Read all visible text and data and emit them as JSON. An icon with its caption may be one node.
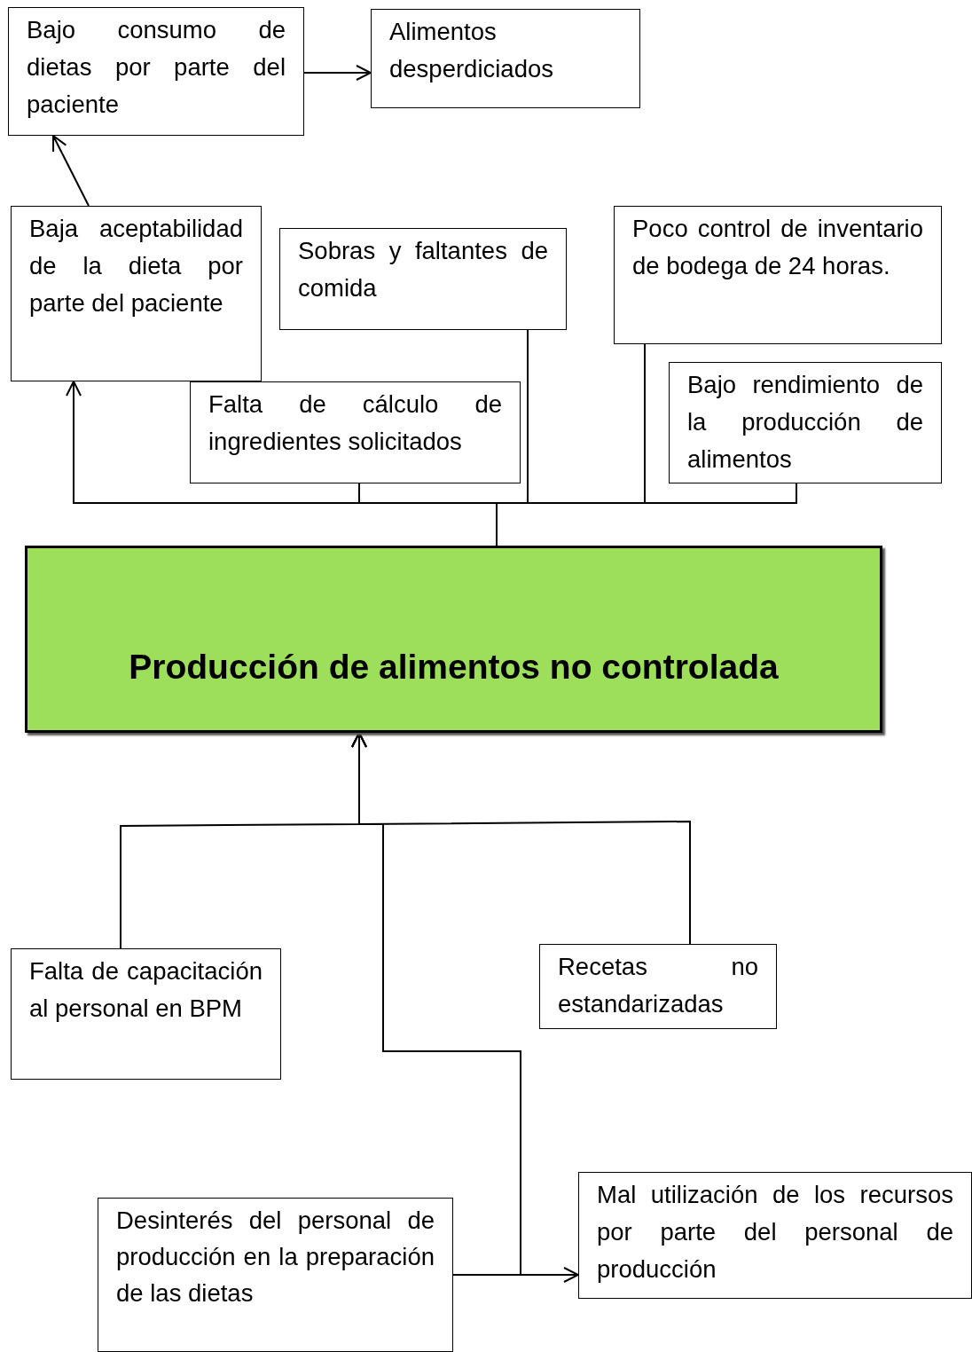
{
  "diagram": {
    "nodes": [
      {
        "text": [
          "Bajo consumo de dietas por parte del paciente"
        ]
      },
      {
        "text": [
          "Alimentos desperdiciados"
        ]
      },
      {
        "text": [
          "Baja aceptabilidad de la dieta por parte del paciente"
        ]
      },
      {
        "text": [
          "Sobras y faltantes de comida"
        ]
      },
      {
        "text": [
          "Poco control de inventario de bodega de 24 horas."
        ]
      },
      {
        "text": [
          "Falta de cálculo de ingredientes solicitados"
        ]
      },
      {
        "text": [
          "Bajo rendimiento de la producción de alimentos"
        ]
      },
      {
        "text": [
          "Producción de alimentos no controlada"
        ]
      },
      {
        "text": [
          "Falta de capacitación al personal en BPM"
        ]
      },
      {
        "text": [
          "Recetas no estandarizadas"
        ]
      },
      {
        "text": [
          "Desinterés del personal de producción en la preparación de las dietas"
        ]
      },
      {
        "text": [
          "Mal utilización de los recursos por parte del personal de producción"
        ]
      }
    ],
    "edges": [
      {
        "from": 0,
        "to": 1,
        "arrow": "to"
      },
      {
        "from": 2,
        "to": 0,
        "arrow": "to"
      },
      {
        "from": 7,
        "to": 2,
        "arrow": "to"
      },
      {
        "from": 7,
        "to": 5,
        "arrow": "none"
      },
      {
        "from": 7,
        "to": 3,
        "arrow": "none"
      },
      {
        "from": 7,
        "to": 4,
        "arrow": "none"
      },
      {
        "from": 7,
        "to": 6,
        "arrow": "none"
      },
      {
        "from": 8,
        "to": 7,
        "arrow": "to"
      },
      {
        "from": 9,
        "to": 7,
        "arrow": "to"
      },
      {
        "from": 10,
        "to": 7,
        "arrow": "to"
      },
      {
        "from": 10,
        "to": 11,
        "arrow": "to"
      }
    ]
  }
}
